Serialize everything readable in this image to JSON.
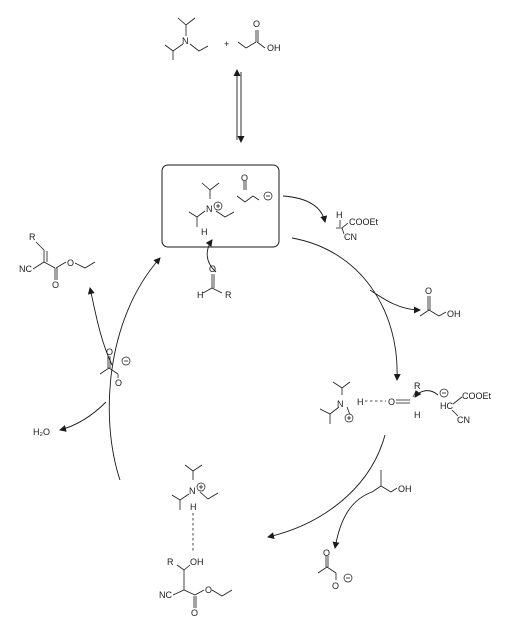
{
  "labels": {
    "top_N": "N",
    "top_plus": "+",
    "top_acid_O": "O",
    "top_acid_OH": "OH",
    "box_N": "N",
    "box_H": "H",
    "box_O": "O",
    "aldehyde_O": "O",
    "aldehyde_H": "H",
    "aldehyde_R": "R",
    "malono_H": "H",
    "malono_ester": "COOEt",
    "malono_CN": "CN",
    "right_acid_O": "O",
    "right_acid_OH": "OH",
    "ts_N": "N",
    "ts_H": "H",
    "ts_O": "O",
    "ts_R": "R",
    "ts_CH": "H",
    "ts_HC": "HC",
    "ts_ester": "COOEt",
    "ts_CN": "CN",
    "bottom_acid_OH": "OH",
    "bottom_acetate_O": "O",
    "bottom_acetate_Om": "O",
    "alk_N": "N",
    "alk_H": "H",
    "alk_OH": "OH",
    "alk_R": "R",
    "alk_NC": "NC",
    "alk_O": "O",
    "alk_O2": "O",
    "left_acetate_O": "O",
    "left_acetate_Om": "O",
    "water": "H₂O",
    "product_R": "R",
    "product_NC": "NC",
    "product_O": "O",
    "product_O2": "O"
  }
}
